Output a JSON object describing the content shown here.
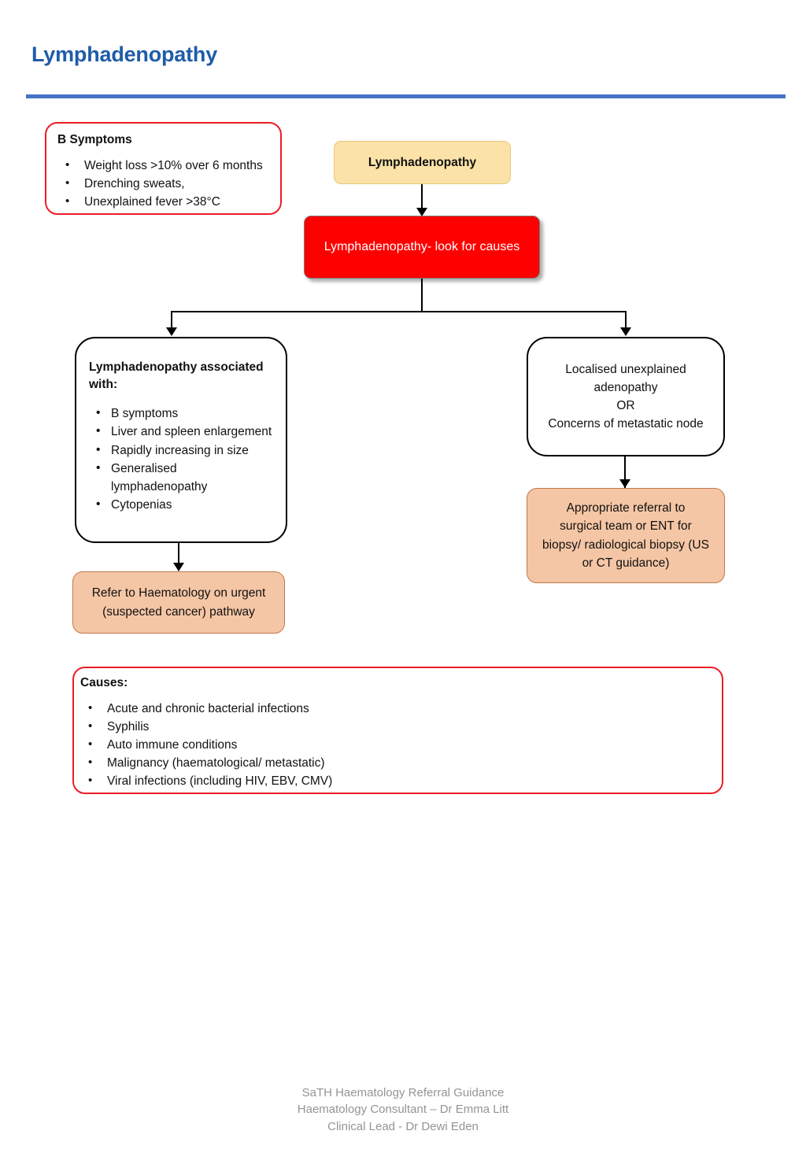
{
  "header": {
    "title": "Lymphadenopathy",
    "rule_color": "#4472C4",
    "title_color": "#1F5CA8"
  },
  "colors": {
    "start_node_fill": "#FBE2A8",
    "action_node_fill": "#FF0000",
    "outcome_node_fill": "#F5C6A5",
    "info_panel_border": "#ED1C24",
    "decision_node_border": "#000000"
  },
  "b_symptoms_panel": {
    "heading": "B Symptoms",
    "items": [
      "Weight loss >10% over 6 months",
      "Drenching sweats,",
      "Unexplained fever >38°C"
    ]
  },
  "flow": {
    "start_node": {
      "label": "Lymphadenopathy"
    },
    "action_node": {
      "label": "Lymphadenopathy- look for causes"
    },
    "left_branch": {
      "heading": "Lymphadenopathy associated with:",
      "items": [
        "B symptoms",
        "Liver and spleen enlargement",
        "Rapidly increasing in size",
        "Generalised lymphadenopathy",
        "Cytopenias"
      ]
    },
    "right_branch": {
      "lines": [
        "Localised unexplained",
        "adenopathy",
        "OR",
        "Concerns of metastatic node"
      ]
    },
    "left_outcome": {
      "lines": [
        "Refer to Haematology on urgent",
        "(suspected cancer) pathway"
      ]
    },
    "right_outcome": {
      "lines": [
        "Appropriate referral to",
        "surgical team or ENT for",
        "biopsy/ radiological biopsy (US",
        "or CT guidance)"
      ]
    }
  },
  "causes_panel": {
    "heading": "Causes:",
    "items": [
      "Acute and chronic bacterial infections",
      "Syphilis",
      "Auto immune conditions",
      "Malignancy (haematological/ metastatic)",
      "Viral infections (including HIV, EBV, CMV)"
    ]
  },
  "footer": {
    "line1": "SaTH Haematology Referral Guidance",
    "line2": "Haematology Consultant – Dr Emma Litt",
    "line3": "Clinical Lead - Dr Dewi Eden"
  }
}
